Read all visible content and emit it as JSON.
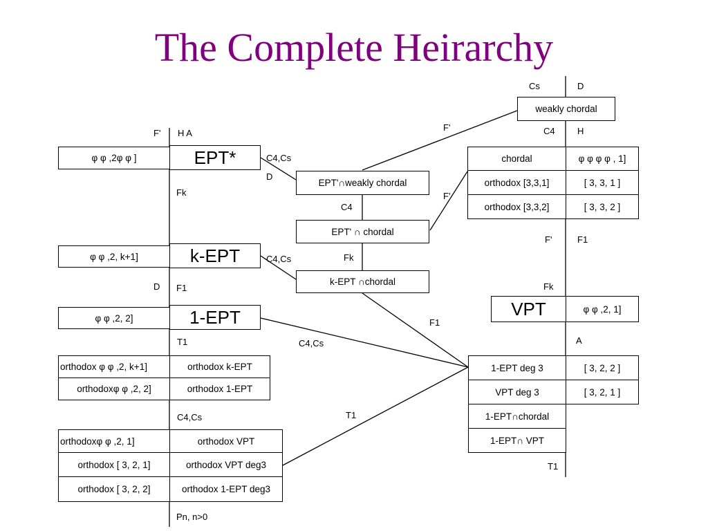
{
  "title": "The Complete Heirarchy",
  "left_column": {
    "header_f": "F'",
    "header_ha": "H A",
    "ept_star": "EPT*",
    "ept_star_param": "φ φ ,2φ φ ]",
    "fk": "Fk",
    "k_ept": "k-EPT",
    "k_ept_param": "φ φ ,2, k+1]",
    "d": "D",
    "f1": "F1",
    "one_ept": "1-EPT",
    "one_ept_param": "φ φ ,2, 2]",
    "t1": "T1",
    "orth_k_ept_param": "orthodox φ φ ,2, k+1]",
    "orth_k_ept": "orthodox k-EPT",
    "orth_1_ept_param": "orthodoxφ φ ,2, 2]",
    "orth_1_ept": "orthodox 1-EPT",
    "c4cs": "C4,Cs",
    "orth_vpt_param": "orthodoxφ φ ,2, 1]",
    "orth_vpt": "orthodox VPT",
    "orth_321": "orthodox [ 3, 2, 1]",
    "orth_vpt_deg3": "orthodox VPT deg3",
    "orth_322": "orthodox [ 3, 2, 2]",
    "orth_1ept_deg3": "orthodox 1-EPT deg3",
    "pn": "Pn, n>0"
  },
  "middle": {
    "c4cs_top": "C4,Cs",
    "d_top": "D",
    "ept_weakly": "EPT'∩weakly chordal",
    "c4": "C4",
    "ept_chordal": "EPT' ∩ chordal",
    "c4cs_mid": "C4,Cs",
    "fk": "Fk",
    "kept_chordal": "k-EPT ∩chordal",
    "f1": "F1",
    "c4cs_low": "C4,Cs",
    "t1": "T1",
    "f_prime_upper": "F'",
    "f_prime_mid": "F'"
  },
  "right_column": {
    "cs": "Cs",
    "d": "D",
    "weakly_chordal": "weakly chordal",
    "c4": "C4",
    "h": "H",
    "chordal": "chordal",
    "chordal_param": "φ φ φ φ , 1]",
    "orth_331": "orthodox [3,3,1]",
    "param_331": "[ 3, 3, 1 ]",
    "orth_332": "orthodox [3,3,2]",
    "param_332": "[ 3, 3, 2 ]",
    "f_prime": "F'",
    "f1": "F1",
    "fk": "Fk",
    "vpt": "VPT",
    "vpt_param": "φ φ ,2, 1]",
    "a": "A",
    "ept1_deg3": "1-EPT deg 3",
    "param_322": "[ 3, 2, 2 ]",
    "vpt_deg3": "VPT deg 3",
    "param_321": "[ 3, 2, 1 ]",
    "ept1_chordal": "1-EPT∩chordal",
    "ept1_vpt": "1-EPT∩ VPT",
    "t1": "T1"
  }
}
